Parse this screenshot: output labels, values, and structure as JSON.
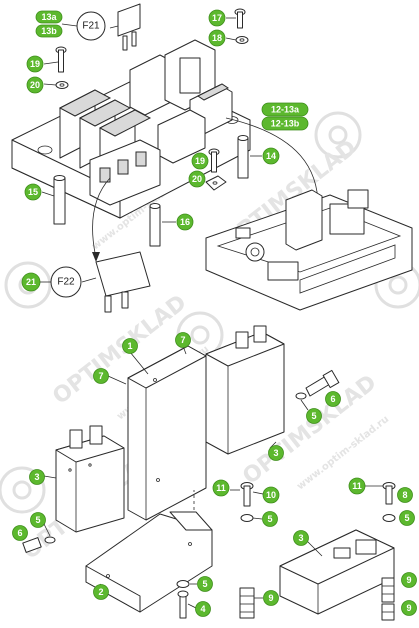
{
  "watermark": {
    "brand": "OPTIMSKLAD",
    "url": "www.optim-sklad.ru"
  },
  "callouts": {
    "c1": "1",
    "c2": "2",
    "c3a": "3",
    "c3b": "3",
    "c3c": "3",
    "c4": "4",
    "c5a": "5",
    "c5b": "5",
    "c5c": "5",
    "c5d": "5",
    "c5e": "5",
    "c6a": "6",
    "c6b": "6",
    "c7a": "7",
    "c7b": "7",
    "c8": "8",
    "c9a": "9",
    "c9b": "9",
    "c9c": "9",
    "c10": "10",
    "c11a": "11",
    "c11b": "11",
    "c12_13a": "12-13a",
    "c12_13b": "12-13b",
    "c13a": "13a",
    "c13b": "13b",
    "c14": "14",
    "c15": "15",
    "c16": "16",
    "c17": "17",
    "c18": "18",
    "c19a": "19",
    "c19b": "19",
    "c20a": "20",
    "c20b": "20",
    "c21": "21"
  },
  "fuses": {
    "f21": "F21",
    "f22": "F22"
  },
  "colors": {
    "callout_fill": "#5cb82e",
    "watermark": "#e0e0e0",
    "line": "#2a2a2a"
  }
}
